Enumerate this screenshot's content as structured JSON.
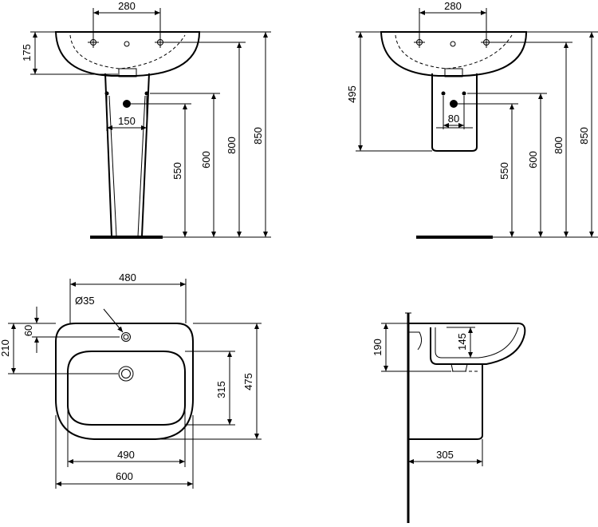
{
  "views": {
    "front_pedestal": {
      "tap_holes": "280",
      "basin_height": "175",
      "waste_spacing": "150",
      "waste_550": "550",
      "waste_600": "600",
      "rim_800": "800",
      "top_850": "850"
    },
    "front_semi_pedestal": {
      "tap_holes": "280",
      "semi_height": "495",
      "waste_spacing": "80",
      "waste_550": "550",
      "waste_600": "600",
      "rim_800": "800",
      "top_850": "850"
    },
    "plan": {
      "overall_width": "600",
      "inner_width": "490",
      "tap_span": "480",
      "tap_hole_dia": "Ø35",
      "tap_offset": "60",
      "waste_offset": "210",
      "bowl_depth": "315",
      "overall_depth": "475"
    },
    "side": {
      "basin_height": "190",
      "bowl_height": "145",
      "projection": "305"
    }
  }
}
